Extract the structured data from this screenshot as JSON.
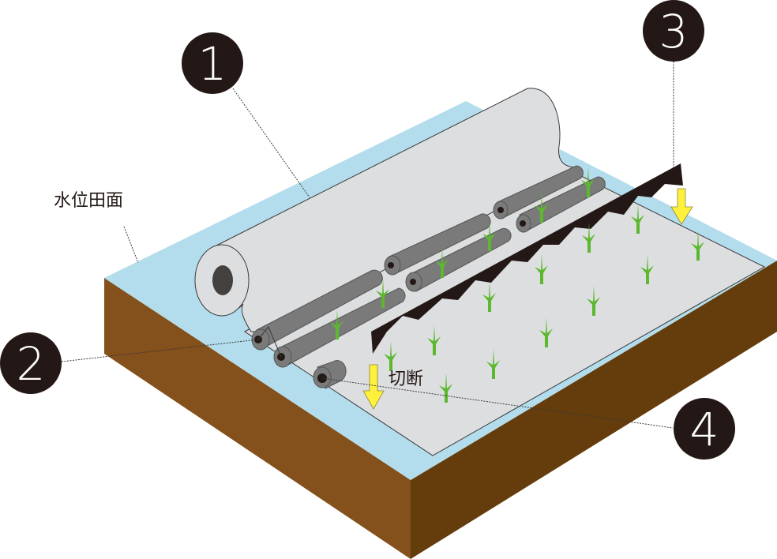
{
  "diagram": {
    "labels": {
      "water_surface": "水位田面",
      "cut": "切断"
    },
    "callouts": [
      {
        "number": "1",
        "target": "paper-sheet-roll"
      },
      {
        "number": "2",
        "target": "front-rollers"
      },
      {
        "number": "3",
        "target": "cutting-blade"
      },
      {
        "number": "4",
        "target": "cut-roller-piece"
      }
    ],
    "colors": {
      "water": "#b3ddec",
      "soil_front": "#84501b",
      "soil_side": "#653c0b",
      "sheet": "#dcdee0",
      "roller": "#7a7a7a",
      "blade": "#231815",
      "seedling": "#5cb82f",
      "arrow": "#fff03c",
      "callout": "#231815"
    }
  }
}
